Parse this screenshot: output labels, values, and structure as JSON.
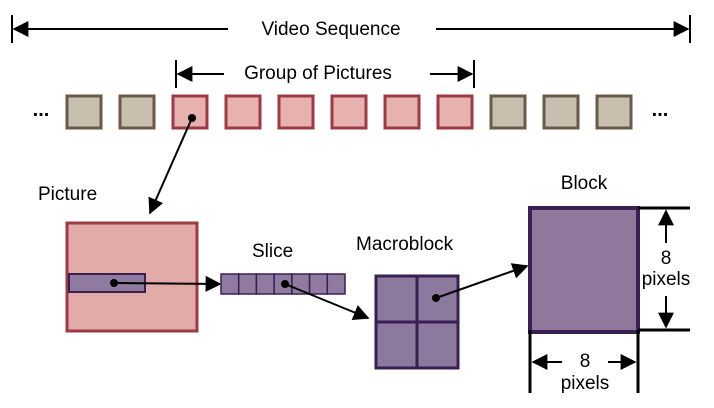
{
  "labels": {
    "video_sequence": "Video Sequence",
    "group_of_pictures": "Group of Pictures",
    "picture": "Picture",
    "slice": "Slice",
    "macroblock": "Macroblock",
    "block": "Block",
    "ellipsis_left": "...",
    "ellipsis_right": "...",
    "block_height_value": "8",
    "block_height_unit": "pixels",
    "block_width_value": "8",
    "block_width_unit": "pixels"
  },
  "sequence": {
    "frame_count": 11,
    "gop_frames": [
      2,
      3,
      4,
      5,
      6,
      7
    ]
  },
  "slice": {
    "cell_count": 7
  },
  "colors": {
    "frame_fill": "#c9bfb1",
    "frame_border": "#6b5a45",
    "gop_fill": "#e7b1b0",
    "gop_border": "#9c3a45",
    "picture_fill": "#e2aba8",
    "picture_border": "#9c3a45",
    "purple_fill": "#8f7aa0",
    "purple_border": "#3a1f55",
    "macroblock_fill": "#8c7a9e",
    "block_fill": "#8e789c"
  }
}
